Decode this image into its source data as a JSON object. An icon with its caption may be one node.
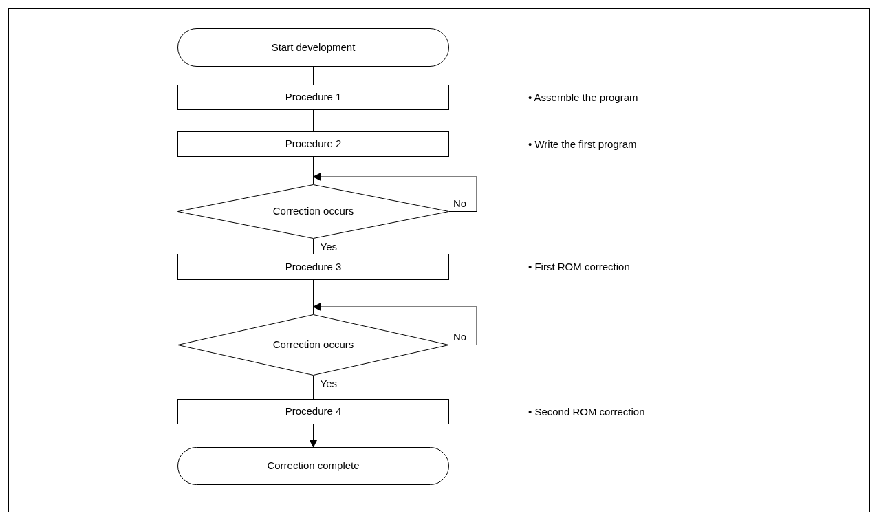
{
  "diagram": {
    "nodes": [
      {
        "text": [
          "Start development"
        ]
      },
      {
        "text": [
          "Procedure 1"
        ]
      },
      {
        "text": [
          "Procedure 2"
        ]
      },
      {
        "text": [
          "Correction occurs"
        ]
      },
      {
        "text": [
          "Procedure 3"
        ]
      },
      {
        "text": [
          "Correction occurs"
        ]
      },
      {
        "text": [
          "Procedure 4"
        ]
      },
      {
        "text": [
          "Correction complete"
        ]
      }
    ],
    "edges": [
      {
        "from": 0,
        "to": 1,
        "arrow": "none"
      },
      {
        "from": 1,
        "to": 2,
        "arrow": "none"
      },
      {
        "from": 2,
        "to": 3,
        "arrow": "none"
      },
      {
        "from": 3,
        "to": 3,
        "arrow": "to",
        "label": "No"
      },
      {
        "from": 3,
        "to": 4,
        "arrow": "none",
        "label": "Yes"
      },
      {
        "from": 4,
        "to": 5,
        "arrow": "none"
      },
      {
        "from": 5,
        "to": 5,
        "arrow": "to",
        "label": "No"
      },
      {
        "from": 5,
        "to": 6,
        "arrow": "none",
        "label": "Yes"
      },
      {
        "from": 6,
        "to": 7,
        "arrow": "to"
      }
    ],
    "labels": [
      "• Assemble the program",
      "• Write the first program",
      "• First ROM correction",
      "• Second ROM correction"
    ]
  }
}
